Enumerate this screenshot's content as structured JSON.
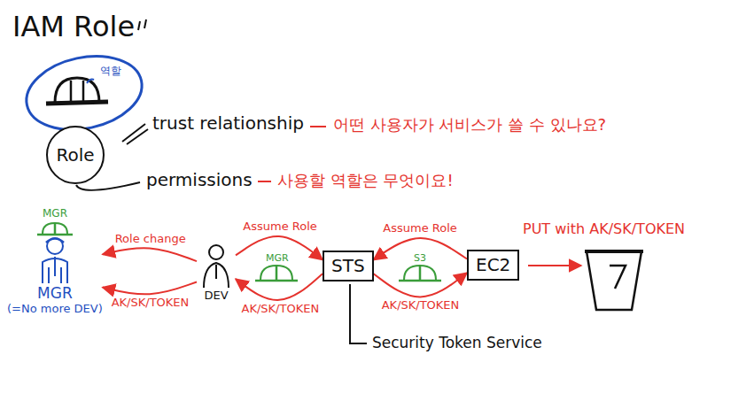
{
  "diagram": {
    "title": "IAM Role",
    "nodes": [
      {
        "text": [
          "Role"
        ]
      },
      {
        "text": [
          "MGR",
          "(=No more DEV)"
        ]
      },
      {
        "text": [
          "DEV"
        ]
      },
      {
        "text": [
          "STS"
        ]
      },
      {
        "text": [
          "EC2"
        ]
      }
    ],
    "edges": [
      {
        "from": 2,
        "to": 1,
        "label": "Role change",
        "arrow": "to"
      },
      {
        "from": 2,
        "to": 1,
        "label": "AK/SK/TOKEN",
        "arrow": "to"
      },
      {
        "from": 2,
        "to": 3,
        "label": "Assume Role",
        "arrow": "to"
      },
      {
        "from": 3,
        "to": 2,
        "label": "AK/SK/TOKEN",
        "arrow": "to"
      },
      {
        "from": 4,
        "to": 3,
        "label": "Assume Role",
        "arrow": "to"
      },
      {
        "from": 3,
        "to": 4,
        "label": "AK/SK/TOKEN",
        "arrow": "to"
      }
    ],
    "labels": [
      "역할",
      "trust relationship",
      "어떤 사용자가 서비스가 쓸 수 있나요?",
      "permissions",
      "사용할 역할은 무엇이요!",
      "MGR",
      "MGR",
      "S3",
      "PUT with AK/SK/TOKEN",
      "Security Token Service"
    ]
  }
}
